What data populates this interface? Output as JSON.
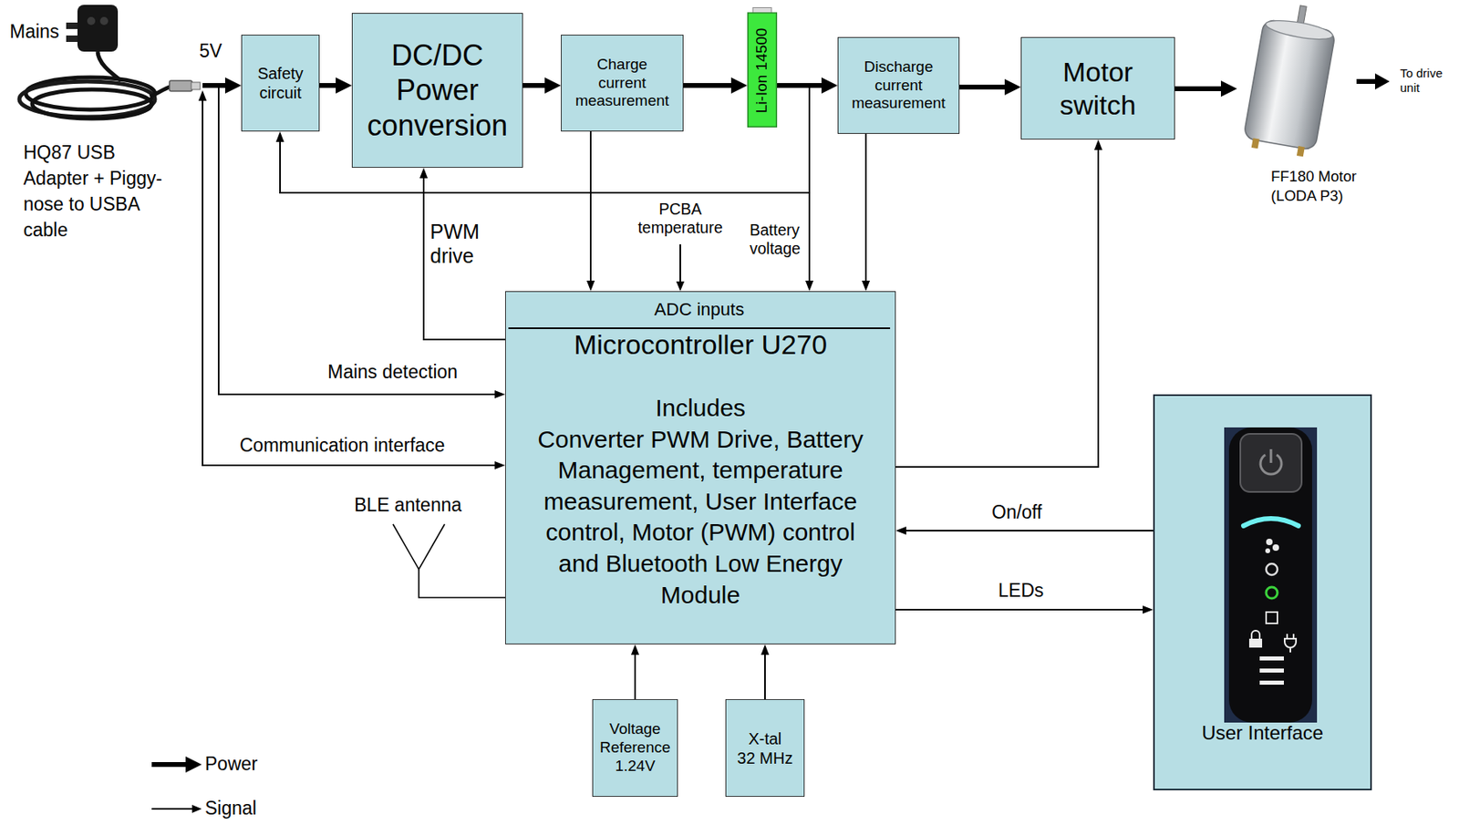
{
  "diagram": {
    "nodes": [
      {
        "text": [
          "HQ87 USB Adapter + Piggy-nose to USBA cable"
        ]
      },
      {
        "text": [
          "Safety circuit"
        ]
      },
      {
        "text": [
          "DC/DC Power conversion"
        ]
      },
      {
        "text": [
          "Charge current measurement"
        ]
      },
      {
        "text": [
          "Li-Ion 14500"
        ]
      },
      {
        "text": [
          "Discharge current measurement"
        ]
      },
      {
        "text": [
          "Motor switch"
        ]
      },
      {
        "text": [
          "FF180 Motor (LODA P3)"
        ]
      },
      {
        "text": [
          "ADC inputs",
          "Microcontroller U270",
          "Includes",
          "Converter PWM Drive, Battery Management, temperature measurement, User Interface control, Motor (PWM) control and Bluetooth Low Energy Module"
        ]
      },
      {
        "text": [
          "User Interface"
        ]
      },
      {
        "text": [
          "Voltage Reference 1.24V"
        ]
      },
      {
        "text": [
          "X-tal 32 MHz"
        ]
      }
    ],
    "edges": [
      {
        "from": 0,
        "to": 1,
        "label": "5V",
        "arrow": "to"
      },
      {
        "from": 1,
        "to": 2,
        "arrow": "to"
      },
      {
        "from": 2,
        "to": 3,
        "arrow": "to"
      },
      {
        "from": 3,
        "to": 4,
        "arrow": "to"
      },
      {
        "from": 4,
        "to": 5,
        "arrow": "to"
      },
      {
        "from": 5,
        "to": 6,
        "arrow": "to"
      },
      {
        "from": 6,
        "to": 7,
        "arrow": "to"
      },
      {
        "from": 4,
        "to": 1,
        "arrow": "to"
      },
      {
        "from": 8,
        "to": 2,
        "label": "PWM drive",
        "arrow": "to"
      },
      {
        "from": 3,
        "to": 8,
        "arrow": "to"
      },
      {
        "from": 4,
        "to": 8,
        "label": "Battery voltage",
        "arrow": "to"
      },
      {
        "from": 5,
        "to": 8,
        "arrow": "to"
      },
      {
        "from": 0,
        "to": 8,
        "label": "Mains detection",
        "arrow": "to"
      },
      {
        "from": 0,
        "to": 8,
        "label": "Communication interface",
        "arrow": "both"
      },
      {
        "from": 8,
        "to": 6,
        "arrow": "to"
      },
      {
        "from": 9,
        "to": 8,
        "label": "On/off",
        "arrow": "to"
      },
      {
        "from": 8,
        "to": 9,
        "label": "LEDs",
        "arrow": "to"
      },
      {
        "from": 10,
        "to": 8,
        "arrow": "to"
      },
      {
        "from": 11,
        "to": 8,
        "arrow": "to"
      }
    ],
    "labels": [
      "Mains",
      "PCBA temperature",
      "BLE antenna",
      "To drive unit"
    ],
    "legend": [
      {
        "text": "Power"
      },
      {
        "text": "Signal"
      }
    ]
  }
}
